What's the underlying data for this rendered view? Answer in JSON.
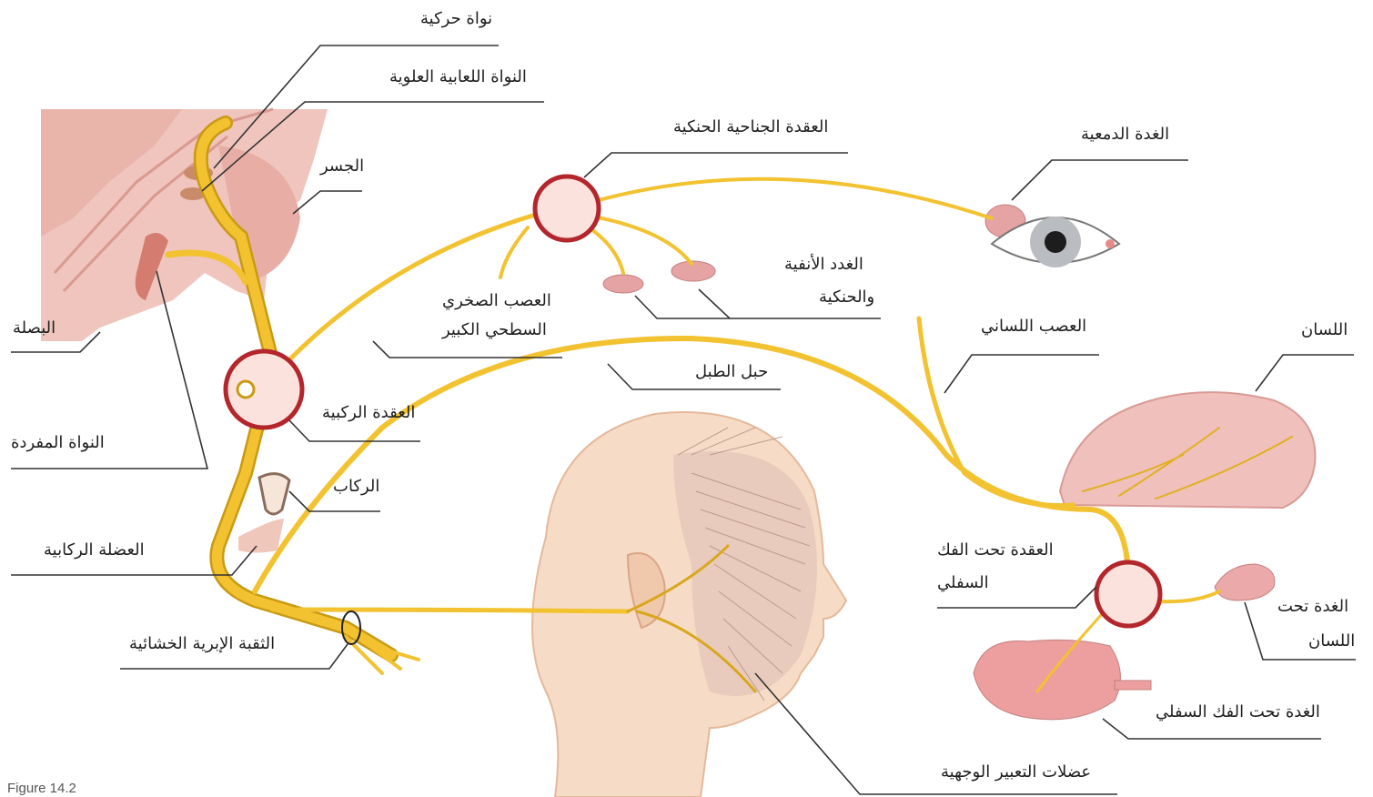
{
  "figure_caption": "Figure 14.2",
  "labels": {
    "motor_nucleus": "نواة حركية",
    "superior_salivatory": "النواة اللعابية العلوية",
    "pons": "الجسر",
    "medulla": "البصلة",
    "solitary_nucleus": "النواة المفردة",
    "pterygopalatine_ganglion": "العقدة الجناحية الحنكية",
    "lacrimal_gland": "الغدة الدمعية",
    "nasal_palatine_1": "الغدد الأنفية",
    "nasal_palatine_2": "والحنكية",
    "greater_petrosal_1": "العصب الصخري",
    "greater_petrosal_2": "السطحي الكبير",
    "lingual_nerve": "العصب اللساني",
    "tongue": "اللسان",
    "chorda_tympani": "حبل الطبل",
    "geniculate_ganglion": "العقدة الركبية",
    "stapes": "الركاب",
    "stapedius_muscle": "العضلة الركابية",
    "stylomastoid_foramen": "الثقبة الإبرية الخشائية",
    "submandibular_ganglion_1": "العقدة تحت الفك",
    "submandibular_ganglion_2": "السفلي",
    "sublingual_gland_1": "الغدة تحت",
    "sublingual_gland_2": "اللسان",
    "submandibular_gland": "الغدة تحت الفك السفلي",
    "facial_muscles": "عضلات التعبير الوجهية"
  },
  "colors": {
    "nerve": "#f2c230",
    "nerve_edge": "#c99a12",
    "tissue": "#eab8b0",
    "tissue_dark": "#d99a90",
    "gland": "#e6a3a3",
    "ganglion_ring": "#b3262c",
    "leader": "#333333",
    "face": "#f4d9c3"
  }
}
